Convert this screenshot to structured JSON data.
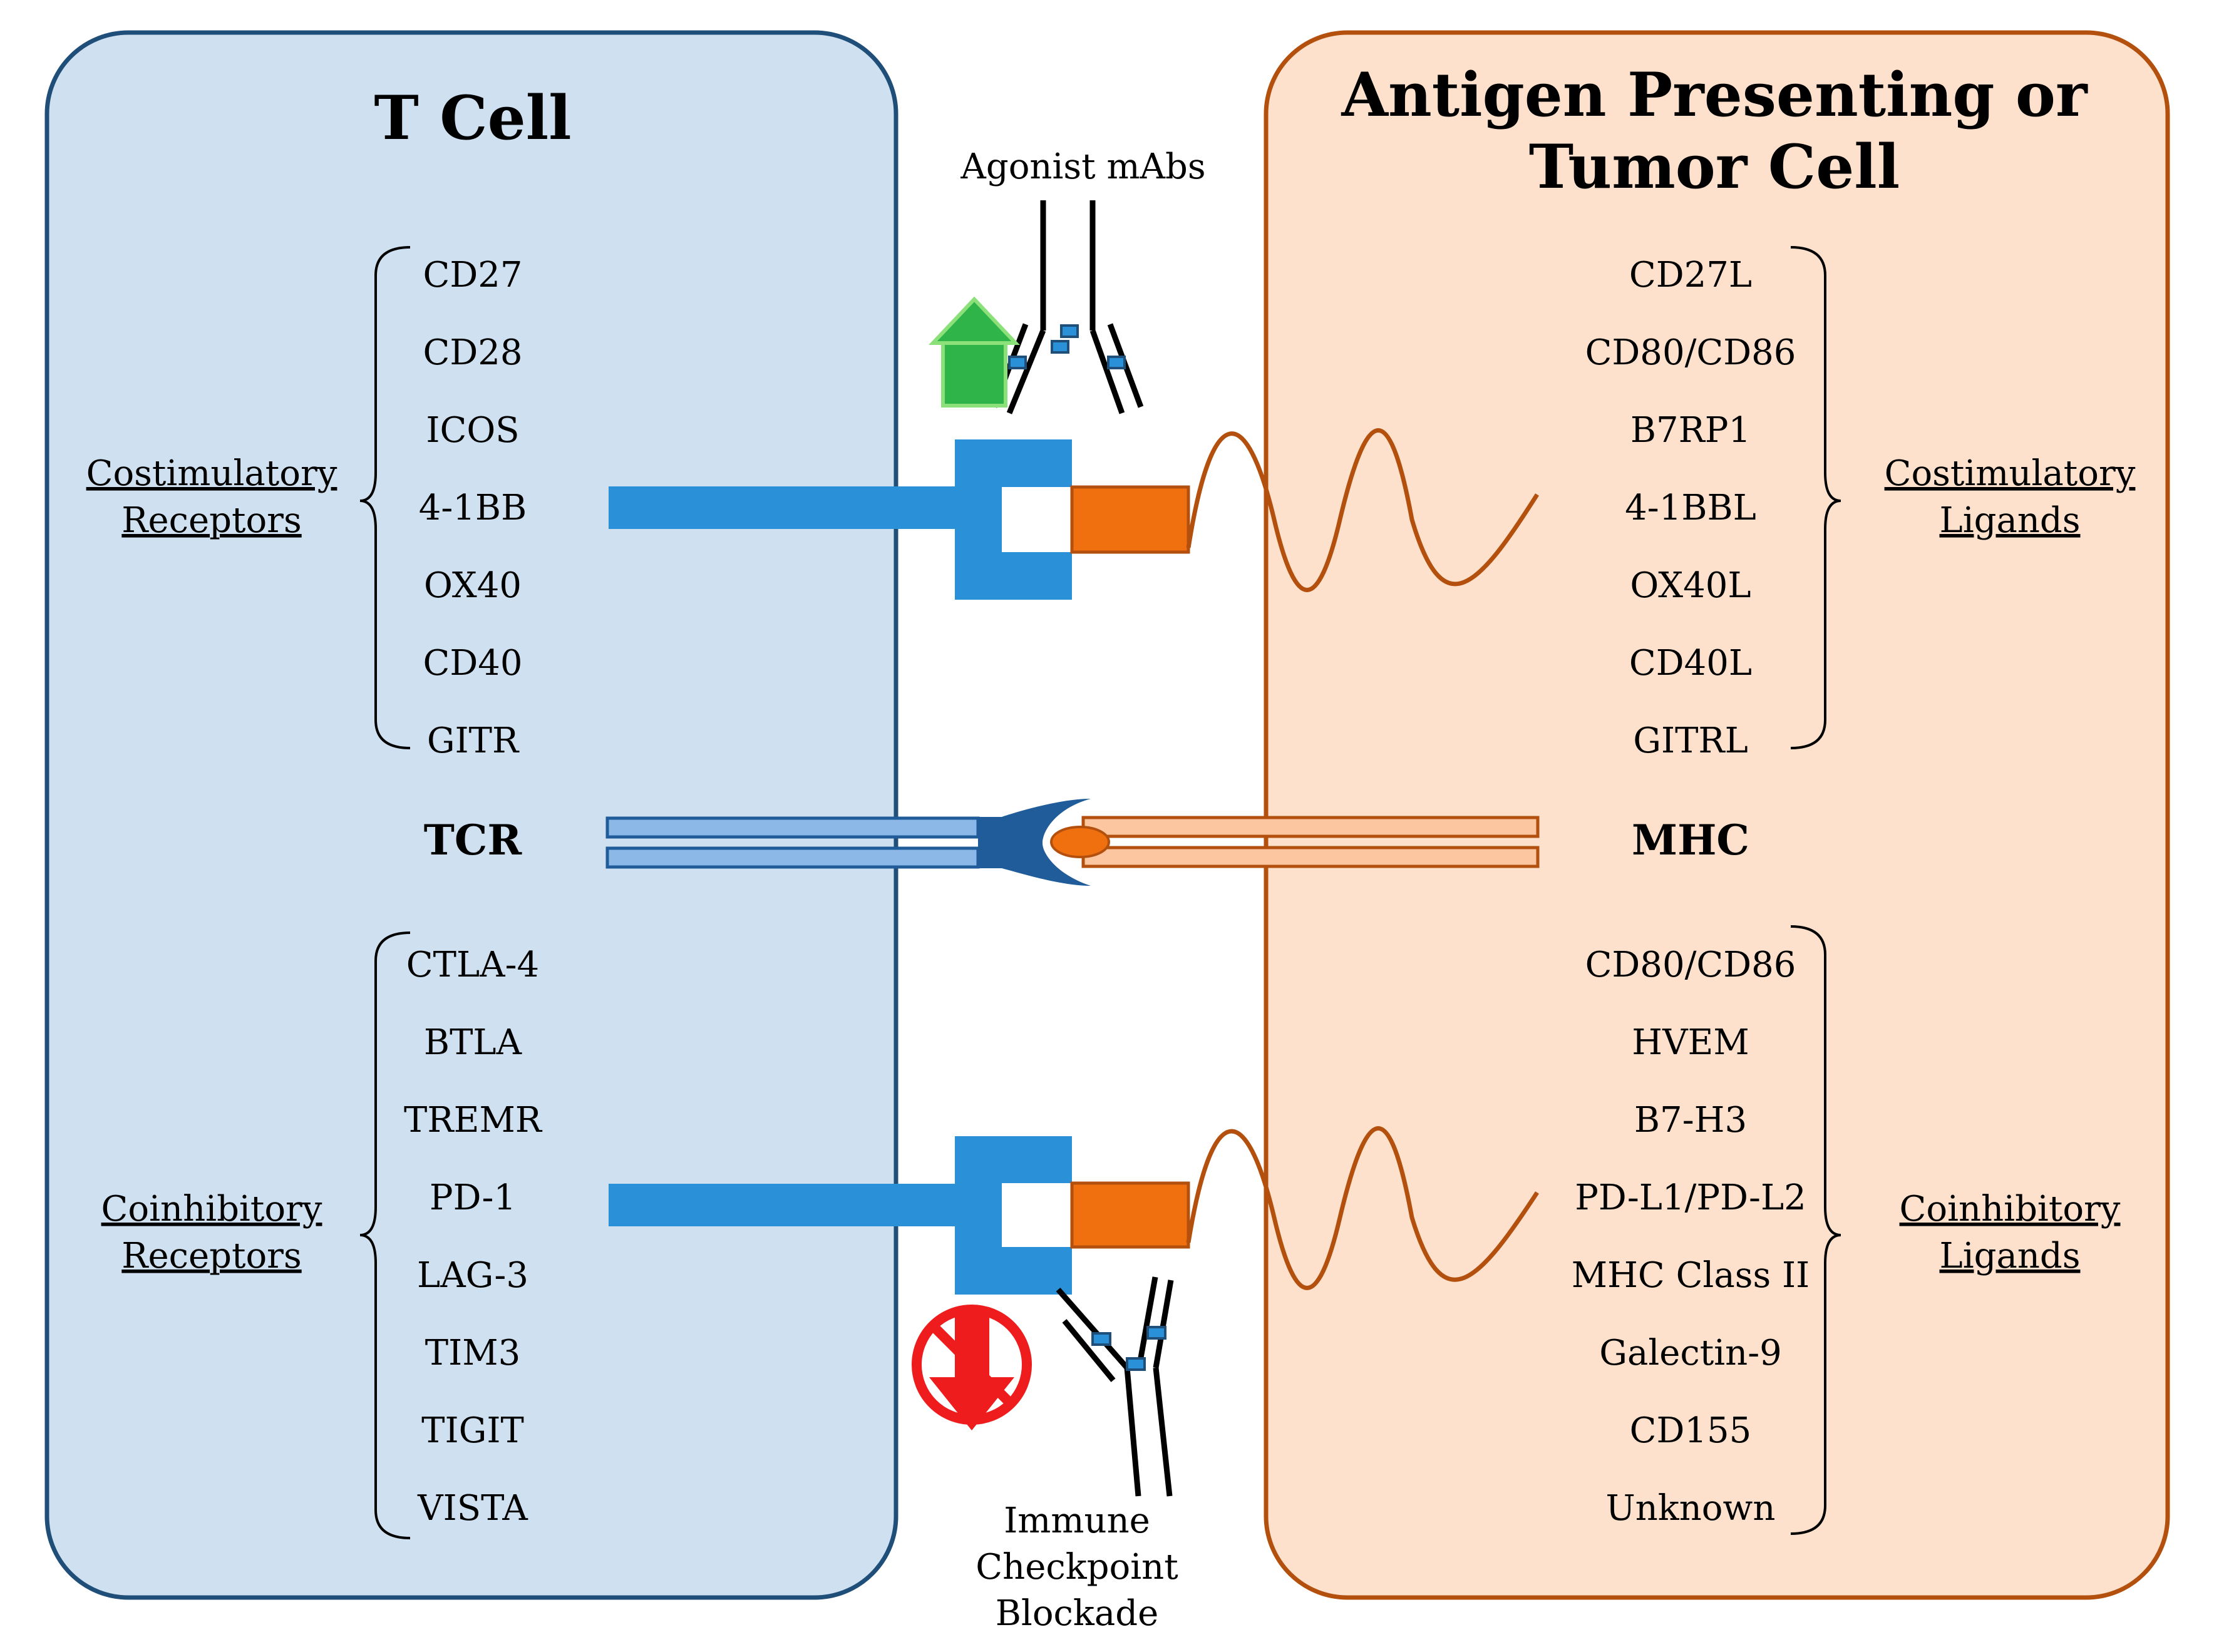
{
  "t_cell": {
    "title": "T Cell",
    "costim_label": [
      "Costimulatory",
      "Receptors"
    ],
    "costim_receptors": [
      "CD27",
      "CD28",
      "ICOS",
      "4-1BB",
      "OX40",
      "CD40",
      "GITR"
    ],
    "tcr": "TCR",
    "coinhib_label": [
      "Coinhibitory",
      "Receptors"
    ],
    "coinhib_receptors": [
      "CTLA-4",
      "BTLA",
      "TREMR",
      "PD-1",
      "LAG-3",
      "TIM3",
      "TIGIT",
      "VISTA"
    ]
  },
  "apc": {
    "title": [
      "Antigen Presenting or",
      "Tumor Cell"
    ],
    "costim_label": [
      "Costimulatory",
      "Ligands"
    ],
    "costim_ligands": [
      "CD27L",
      "CD80/CD86",
      "B7RP1",
      "4-1BBL",
      "OX40L",
      "CD40L",
      "GITRL"
    ],
    "mhc": "MHC",
    "coinhib_label": [
      "Coinhibitory",
      "Ligands"
    ],
    "coinhib_ligands": [
      "CD80/CD86",
      "HVEM",
      "B7-H3",
      "PD-L1/PD-L2",
      "MHC Class II",
      "Galectin-9",
      "CD155",
      "Unknown"
    ]
  },
  "agonist_label": "Agonist mAbs",
  "blockade_label": [
    "Immune",
    "Checkpoint",
    "Blockade"
  ],
  "colors": {
    "t_cell_fill": "#cfe0f0",
    "t_cell_stroke": "#1f4e79",
    "apc_fill": "#fde1cc",
    "apc_stroke": "#b4500e",
    "receptor_blue": "#2a90d8",
    "ligand_orange": "#f07010",
    "tether_brown": "#b4500e",
    "tcr_light": "#8bb8e6",
    "tcr_dark": "#1f5c99",
    "mhc_light": "#fbc6a0",
    "up_arrow_green": "#2fb44a",
    "down_arrow_red": "#ee1c1c"
  }
}
